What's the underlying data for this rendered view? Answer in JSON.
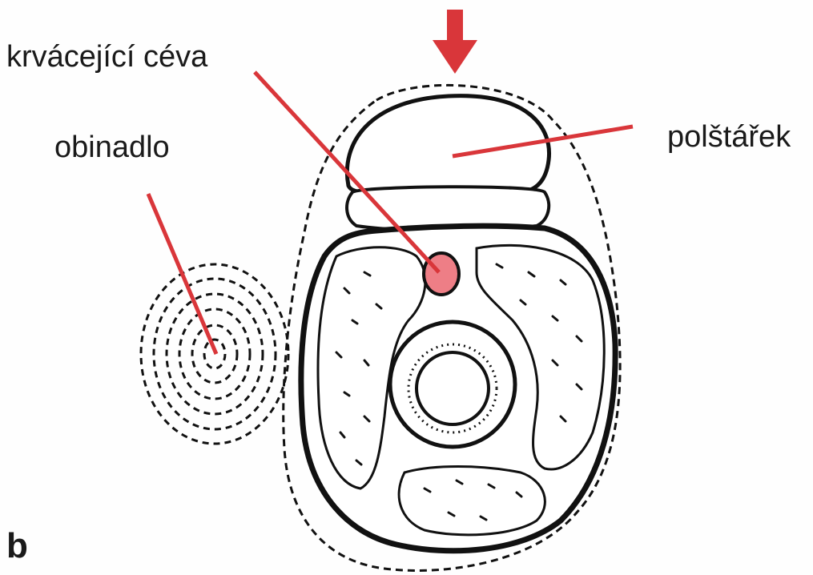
{
  "labels": {
    "bleeding_vessel": "krvácející céva",
    "bandage": "obinadlo",
    "pad": "polštářek",
    "panel": "b"
  },
  "colors": {
    "leader_line": "#d9363a",
    "arrow": "#d9363a",
    "vessel_fill": "#ee7e86",
    "outline": "#111111"
  },
  "icons": {
    "pressure_arrow": "arrow-down-icon"
  }
}
